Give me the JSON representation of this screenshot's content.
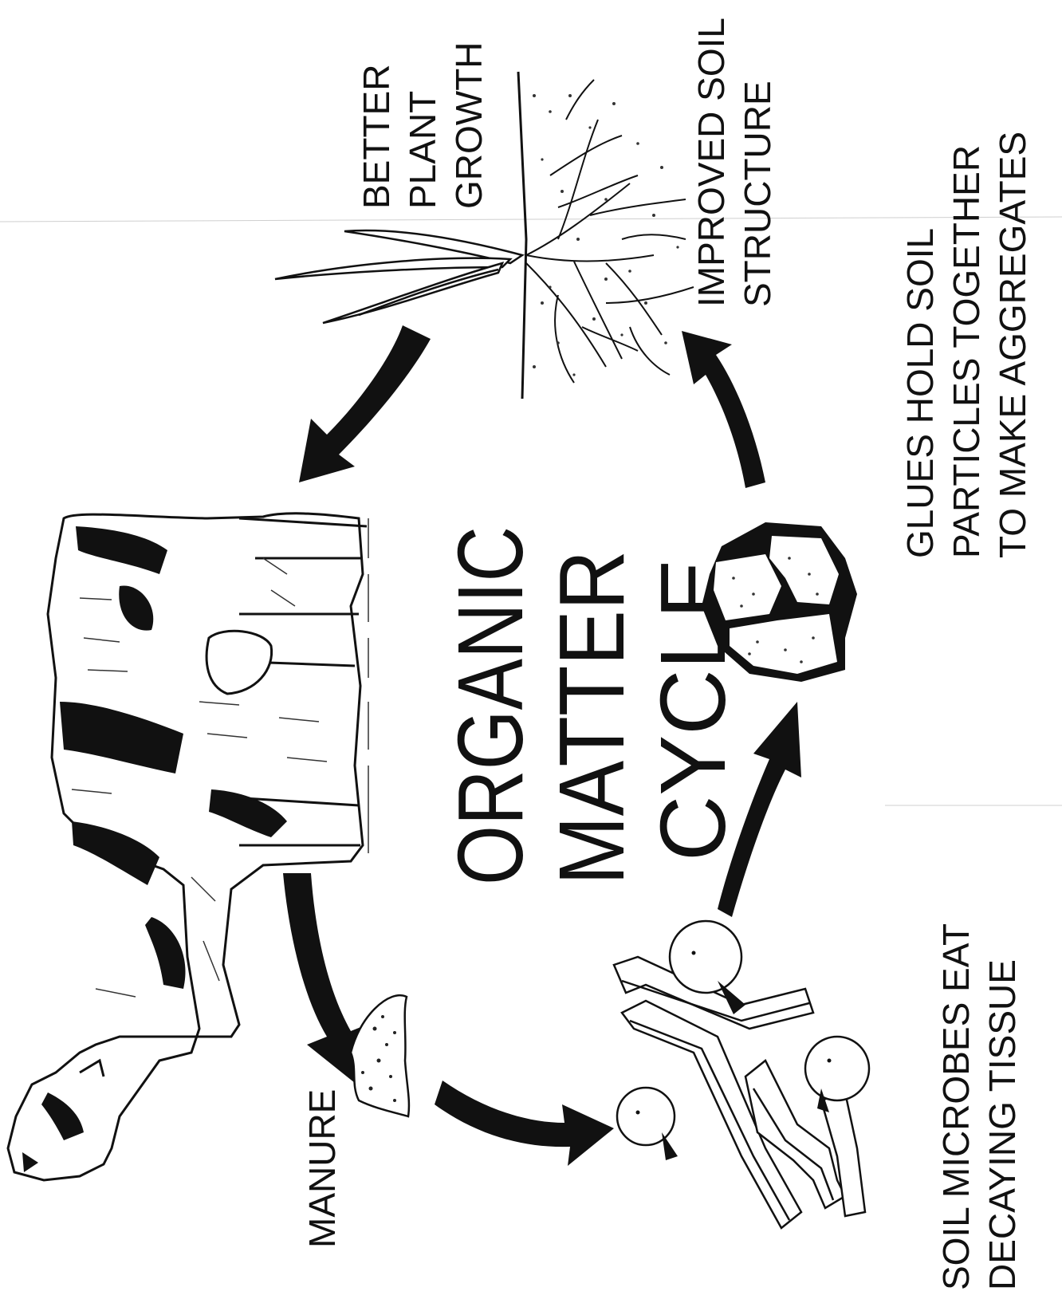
{
  "diagram": {
    "title": {
      "lines": [
        "ORGANIC",
        "MATTER",
        "CYCLE"
      ]
    },
    "labels": {
      "plant_growth": [
        "BETTER",
        "PLANT",
        "GROWTH"
      ],
      "soil_structure": [
        "IMPROVED SOIL",
        "STRUCTURE"
      ],
      "glues": [
        "GLUES HOLD SOIL",
        "PARTICLES TOGETHER",
        "TO MAKE AGGREGATES"
      ],
      "microbes": [
        "SOIL MICROBES EAT",
        "DECAYING TISSUE"
      ],
      "manure": [
        "MANURE"
      ]
    },
    "colors": {
      "ink": "#111111",
      "paper": "#ffffff",
      "stipple": "#333333"
    }
  }
}
